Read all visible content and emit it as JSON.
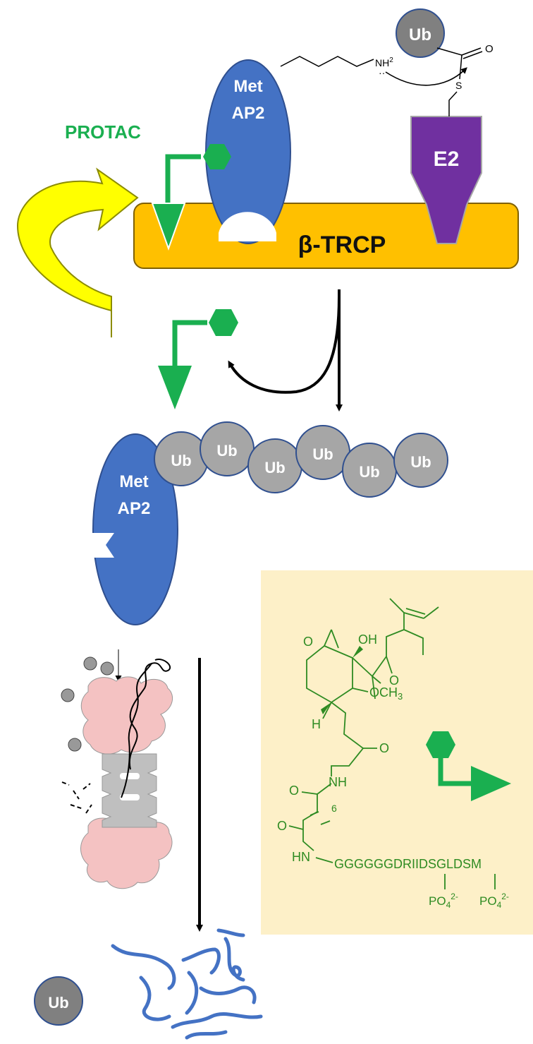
{
  "labels": {
    "protac": "PROTAC",
    "met": "Met",
    "ap2": "AP2",
    "e2": "E2",
    "beta_trcp": "β-TRCP",
    "ub": "Ub",
    "nh2": "NH",
    "nh2_sub": "2"
  },
  "chain_ubs": [
    "Ub",
    "Ub",
    "Ub",
    "Ub",
    "Ub",
    "Ub"
  ],
  "structure": {
    "o_epoxide": "O",
    "oh": "OH",
    "o_ring": "O",
    "och3": "OCH",
    "och3_sub": "3",
    "h": "H",
    "o_ketone": "O",
    "nh": "NH",
    "o_amide1": "O",
    "repeat": "6",
    "o_amide2": "O",
    "hn": "HN",
    "peptide": "GGGGGGDRIIDSGLDSM",
    "po4_a": "PO",
    "po4_a_sub": "4",
    "po4_a_sup": "2-",
    "po4_b": "PO",
    "po4_b_sub": "4",
    "po4_b_sup": "2-",
    "thioester_s": "S",
    "thioester_o": "O"
  },
  "colors": {
    "protac_green": "#1aaf50",
    "met_blue": "#4472c4",
    "e2_purple": "#7030a0",
    "trcp_orange": "#ffc000",
    "ub_gray": "#a6a6a6",
    "arrow_yellow": "#ffff00",
    "proteasome_pink": "#f4c2c2",
    "chem_green": "#2e8b22",
    "box_bg": "#fdf0c8"
  }
}
